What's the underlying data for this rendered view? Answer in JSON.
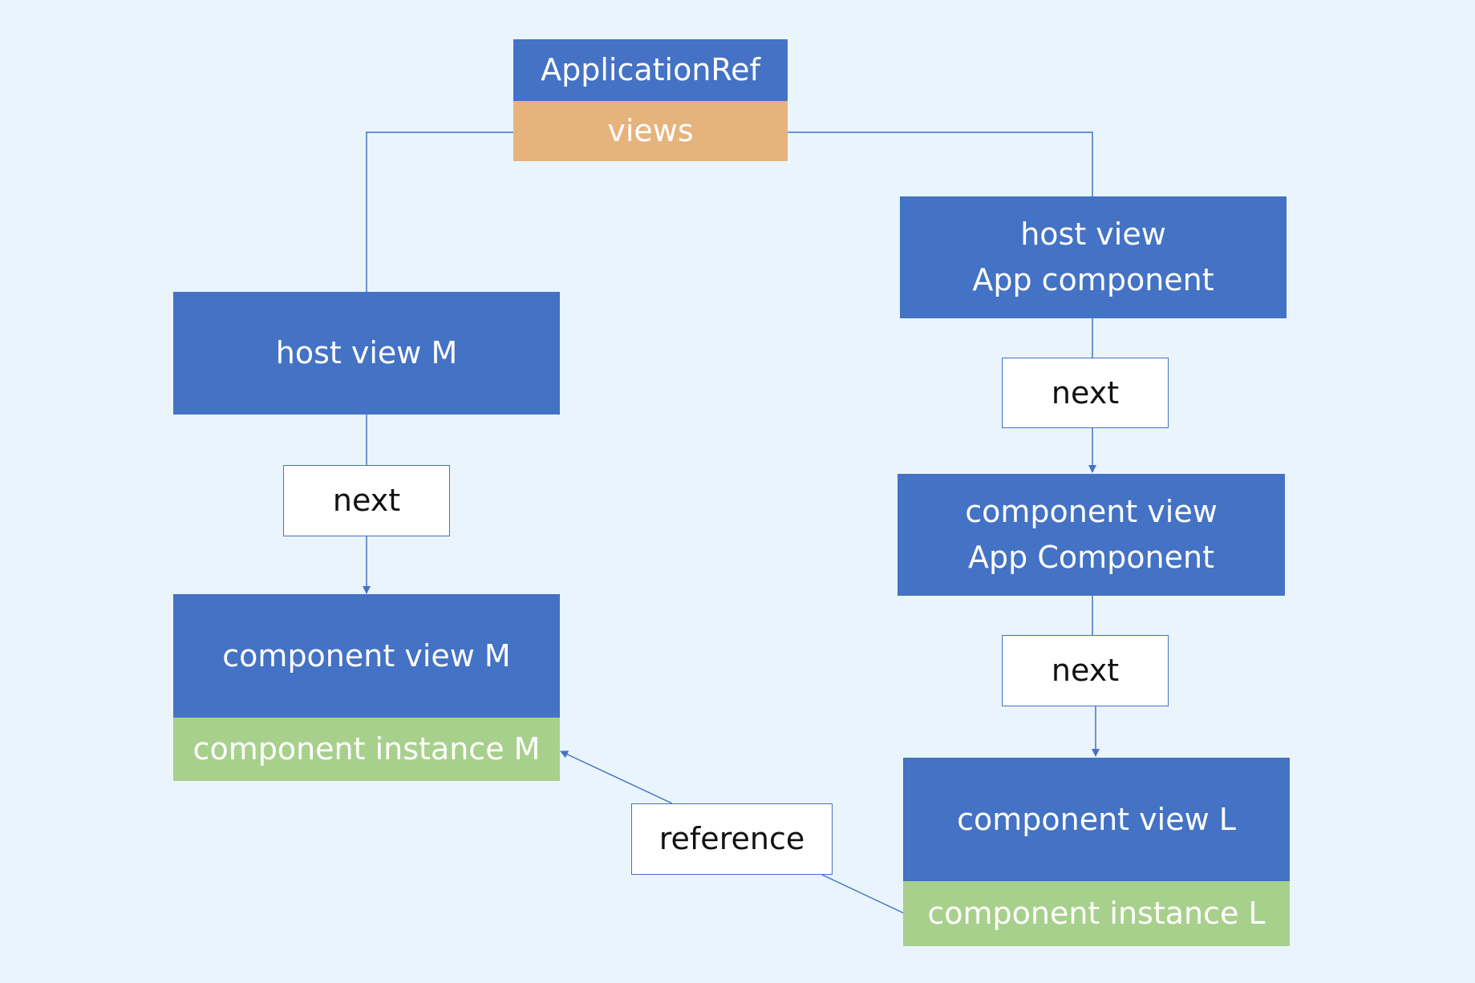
{
  "nodes": {
    "app_ref": "ApplicationRef",
    "views": "views",
    "host_view_m": "host view M",
    "host_view_app_line1": "host view",
    "host_view_app_line2": "App component",
    "component_view_m": "component view M",
    "component_instance_m": "component instance M",
    "component_view_app_line1": "component view",
    "component_view_app_line2": "App Component",
    "component_view_l": "component view L",
    "component_instance_l": "component instance L"
  },
  "edges": {
    "next_left": "next",
    "next_right_1": "next",
    "next_right_2": "next",
    "reference": "reference"
  },
  "colors": {
    "blue": "#4472c4",
    "orange": "#e6b37d",
    "green": "#a8d08d",
    "line": "#4472c4",
    "background": "#eaf4fc"
  }
}
